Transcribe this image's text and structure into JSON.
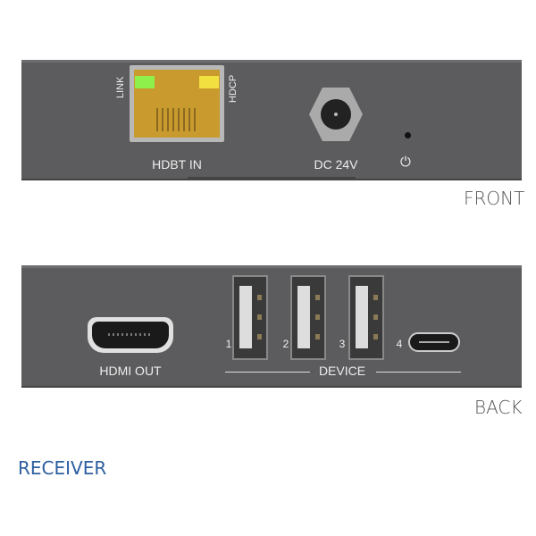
{
  "front": {
    "side_label": "FRONT",
    "rj45_led_left": "LINK",
    "rj45_led_right": "HDCP",
    "port_label_hdbt": "HDBT IN",
    "port_label_power": "DC 24V",
    "icons": [
      "rj45-port-icon",
      "dc-jack-icon",
      "power-led-icon",
      "power-icon"
    ],
    "colors": {
      "link_led": "#8ef04a",
      "hdcp_led": "#f2e040",
      "port_gold": "#c99a2e"
    }
  },
  "back": {
    "side_label": "BACK",
    "port_label_hdmi": "HDMI OUT",
    "device_label": "DEVICE",
    "device_ports": [
      "1",
      "2",
      "3",
      "4"
    ]
  },
  "caption": {
    "text": "RECEIVER",
    "color": "#2e5fa0"
  }
}
